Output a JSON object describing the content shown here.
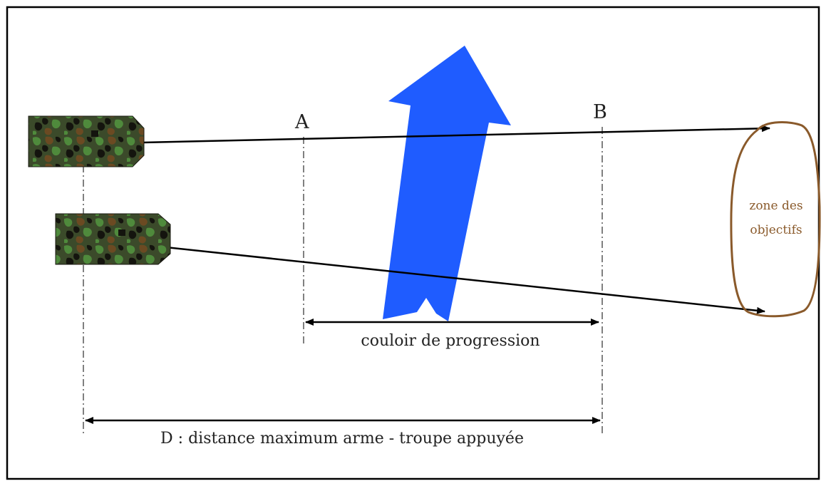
{
  "labels": {
    "point_a": "A",
    "point_b": "B",
    "corridor": "couloir de progression",
    "distance": "D : distance maximum arme - troupe appuyée",
    "zone_line1": "zone des",
    "zone_line2": "objectifs"
  },
  "colors": {
    "frame": "#000000",
    "arrow_fill": "#1f5cff",
    "zone_stroke": "#8a5a2b",
    "line": "#000000",
    "camo_base": "#3b4a2a",
    "camo_green": "#4f8a3c",
    "camo_brown": "#6b4a22",
    "camo_dark": "#14140e"
  },
  "icons": {
    "vehicle_top": "armored-vehicle-icon",
    "vehicle_bottom": "armored-vehicle-icon",
    "progression_arrow": "progression-arrow-icon"
  }
}
